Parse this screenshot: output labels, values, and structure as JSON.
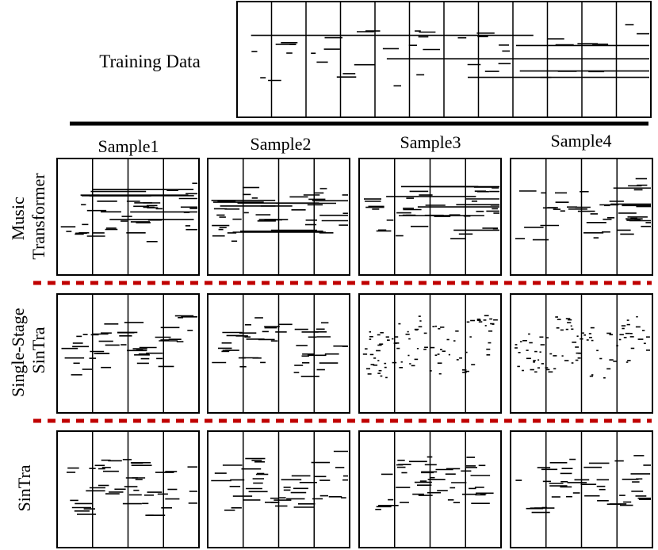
{
  "figure": {
    "training_label": "Training Data",
    "columns": [
      "Sample1",
      "Sample2",
      "Sample3",
      "Sample4"
    ],
    "rows": [
      {
        "lines": [
          "Music",
          "Transformer"
        ]
      },
      {
        "lines": [
          "Single-Stage",
          "SinTra"
        ]
      },
      {
        "lines": [
          "SinTra"
        ]
      }
    ],
    "colors": {
      "ink": "#000000",
      "separator_dash": "#c00000",
      "background": "#ffffff"
    }
  }
}
